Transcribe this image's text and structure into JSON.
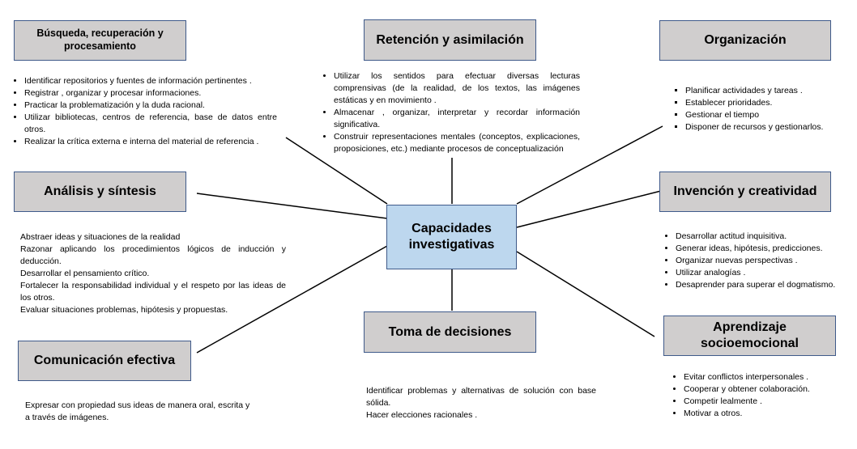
{
  "center": {
    "label": "Capacidades investigativas"
  },
  "nodes": {
    "busqueda": {
      "title": "Búsqueda, recuperación y procesamiento",
      "items": [
        "Identificar repositorios y fuentes de información pertinentes .",
        "Registrar , organizar y procesar informaciones.",
        "Practicar la problematización y la duda racional.",
        "Utilizar bibliotecas, centros de referencia, base de datos entre otros.",
        "Realizar la crítica externa e interna del material de referencia ."
      ]
    },
    "retencion": {
      "title": "Retención y asimilación",
      "items": [
        "Utilizar los sentidos para efectuar diversas lecturas comprensivas (de la realidad, de los textos, las imágenes estáticas y en movimiento .",
        "Almacenar , organizar, interpretar y recordar información significativa.",
        "Construir representaciones mentales (conceptos, explicaciones, proposiciones, etc.) mediante procesos de conceptualización"
      ]
    },
    "organizacion": {
      "title": "Organización",
      "items": [
        "Planificar actividades y tareas .",
        "Establecer prioridades.",
        "Gestionar el tiempo",
        "Disponer de recursos y gestionarlos."
      ]
    },
    "analisis": {
      "title": "Análisis y síntesis",
      "items": [
        "Abstraer ideas y situaciones de la realidad",
        "Razonar aplicando los procedimientos lógicos de inducción y deducción.",
        "Desarrollar el pensamiento crítico.",
        "Fortalecer la responsabilidad individual y el respeto por las ideas de los otros.",
        "Evaluar situaciones problemas, hipótesis y propuestas."
      ]
    },
    "invencion": {
      "title": "Invención y creatividad",
      "items": [
        "Desarrollar actitud inquisitiva.",
        "Generar ideas, hipótesis, predicciones.",
        "Organizar nuevas perspectivas .",
        "Utilizar analogías .",
        "Desaprender para superar el dogmatismo."
      ]
    },
    "comunicacion": {
      "title": "Comunicación efectiva",
      "items": [
        "Expresar con propiedad sus ideas de manera oral, escrita y a través de imágenes."
      ]
    },
    "decisiones": {
      "title": "Toma de decisiones",
      "items": [
        "Identificar problemas y alternativas de solución con base sólida.",
        "Hacer elecciones racionales ."
      ]
    },
    "aprendizaje": {
      "title": "Aprendizaje socioemocional",
      "items": [
        "Evitar conflictos interpersonales .",
        "Cooperar y obtener colaboración.",
        "Competir lealmente .",
        "Motivar a otros."
      ]
    }
  }
}
